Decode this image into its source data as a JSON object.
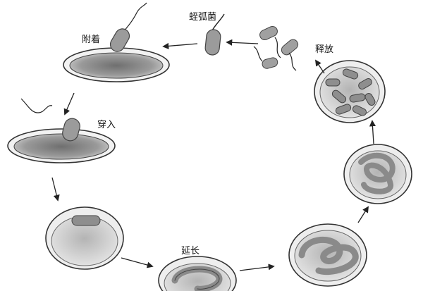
{
  "diagram": {
    "labels": {
      "bdellovibrio": "蛭弧菌",
      "attach": "附着",
      "penetrate": "穿入",
      "elongate": "延长",
      "release": "释放"
    },
    "colors": {
      "ink": "#222222",
      "host_fill": "#8a8a8a",
      "host_halo": "#efefef",
      "bacterium": "#9b9b9b"
    }
  }
}
